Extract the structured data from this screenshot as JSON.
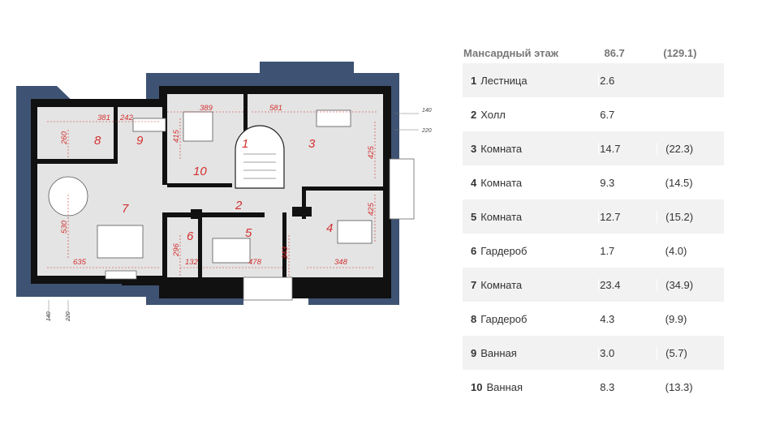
{
  "plan": {
    "rooms": [
      {
        "id": "1",
        "label": "1"
      },
      {
        "id": "2",
        "label": "2"
      },
      {
        "id": "3",
        "label": "3"
      },
      {
        "id": "4",
        "label": "4"
      },
      {
        "id": "5",
        "label": "5"
      },
      {
        "id": "6",
        "label": "6"
      },
      {
        "id": "7",
        "label": "7"
      },
      {
        "id": "8",
        "label": "8"
      },
      {
        "id": "9",
        "label": "9"
      },
      {
        "id": "10",
        "label": "10"
      }
    ],
    "dimensions": [
      "381",
      "242",
      "389",
      "581",
      "260",
      "415",
      "425",
      "425",
      "530",
      "635",
      "296",
      "132",
      "478",
      "343",
      "348"
    ],
    "external_marks": [
      "140",
      "220",
      "140",
      "220"
    ]
  },
  "table": {
    "header": {
      "title": "Мансардный этаж",
      "area": "86.7",
      "total": "(129.1)"
    },
    "rows": [
      {
        "num": "1",
        "name": "Лестница",
        "area": "2.6",
        "total": ""
      },
      {
        "num": "2",
        "name": "Холл",
        "area": "6.7",
        "total": ""
      },
      {
        "num": "3",
        "name": "Комната",
        "area": "14.7",
        "total": "(22.3)"
      },
      {
        "num": "4",
        "name": "Комната",
        "area": "9.3",
        "total": "(14.5)"
      },
      {
        "num": "5",
        "name": "Комната",
        "area": "12.7",
        "total": "(15.2)"
      },
      {
        "num": "6",
        "name": "Гардероб",
        "area": "1.7",
        "total": "(4.0)"
      },
      {
        "num": "7",
        "name": "Комната",
        "area": "23.4",
        "total": "(34.9)"
      },
      {
        "num": "8",
        "name": "Гардероб",
        "area": "4.3",
        "total": "(9.9)"
      },
      {
        "num": "9",
        "name": "Ванная",
        "area": "3.0",
        "total": "(5.7)"
      },
      {
        "num": "10",
        "name": "Ванная",
        "area": "8.3",
        "total": "(13.3)"
      }
    ]
  }
}
